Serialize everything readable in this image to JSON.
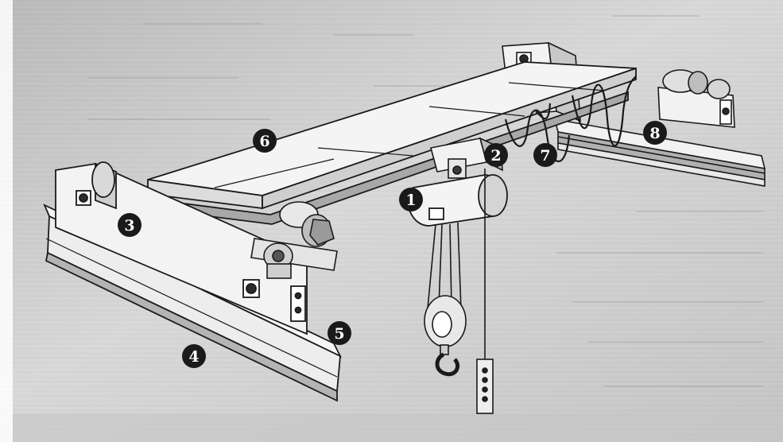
{
  "labels": [
    {
      "id": "hoist",
      "text": "1"
    },
    {
      "id": "trolley",
      "text": "2"
    },
    {
      "id": "end-truck",
      "text": "3"
    },
    {
      "id": "runway-beam",
      "text": "4"
    },
    {
      "id": "runway-rail",
      "text": "5"
    },
    {
      "id": "bridge-girder",
      "text": "6"
    },
    {
      "id": "festoon-cable",
      "text": "7"
    },
    {
      "id": "drive-end-truck",
      "text": "8"
    }
  ],
  "colors": {
    "paper": "#cfcfcf",
    "ink": "#1a1a1a",
    "steel": "#f2f2f2",
    "shade": "#a9a9a9"
  }
}
